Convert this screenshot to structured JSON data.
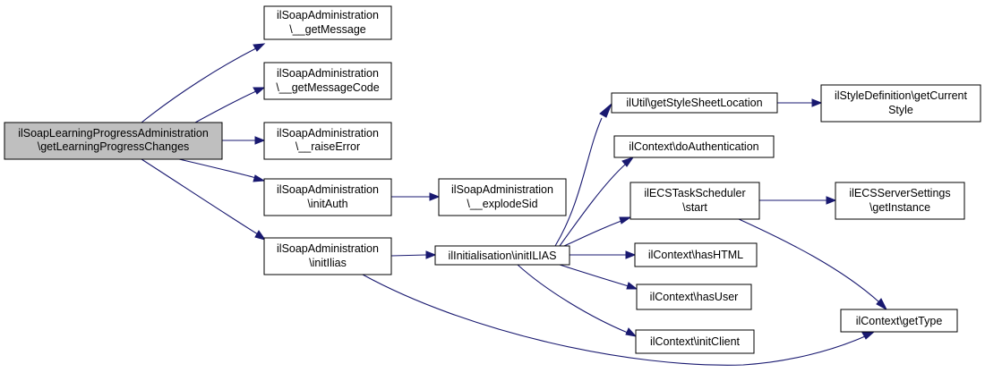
{
  "diagram": {
    "root": {
      "line1": "ilSoapLearningProgressAdministration",
      "line2": "\\getLearningProgressChanges"
    },
    "nodes": {
      "getMessage": {
        "line1": "ilSoapAdministration",
        "line2": "\\__getMessage"
      },
      "getMessageCode": {
        "line1": "ilSoapAdministration",
        "line2": "\\__getMessageCode"
      },
      "raiseError": {
        "line1": "ilSoapAdministration",
        "line2": "\\__raiseError"
      },
      "initAuth": {
        "line1": "ilSoapAdministration",
        "line2": "\\initAuth"
      },
      "initIlias": {
        "line1": "ilSoapAdministration",
        "line2": "\\initIlias"
      },
      "explodeSid": {
        "line1": "ilSoapAdministration",
        "line2": "\\__explodeSid"
      },
      "initILIAS": {
        "line1": "ilInitialisation\\initILIAS"
      },
      "getStyleSheetLocation": {
        "line1": "ilUtil\\getStyleSheetLocation"
      },
      "getCurrentStyle": {
        "line1": "ilStyleDefinition\\getCurrent",
        "line2": "Style"
      },
      "doAuthentication": {
        "line1": "ilContext\\doAuthentication"
      },
      "ecsStart": {
        "line1": "ilECSTaskScheduler",
        "line2": "\\start"
      },
      "ecsGetInstance": {
        "line1": "ilECSServerSettings",
        "line2": "\\getInstance"
      },
      "hasHTML": {
        "line1": "ilContext\\hasHTML"
      },
      "hasUser": {
        "line1": "ilContext\\hasUser"
      },
      "initClient": {
        "line1": "ilContext\\initClient"
      },
      "getType": {
        "line1": "ilContext\\getType"
      }
    },
    "colors": {
      "edge": "#191970",
      "root_fill": "#bfbfbf",
      "node_fill": "#ffffff",
      "border": "#000000"
    }
  }
}
